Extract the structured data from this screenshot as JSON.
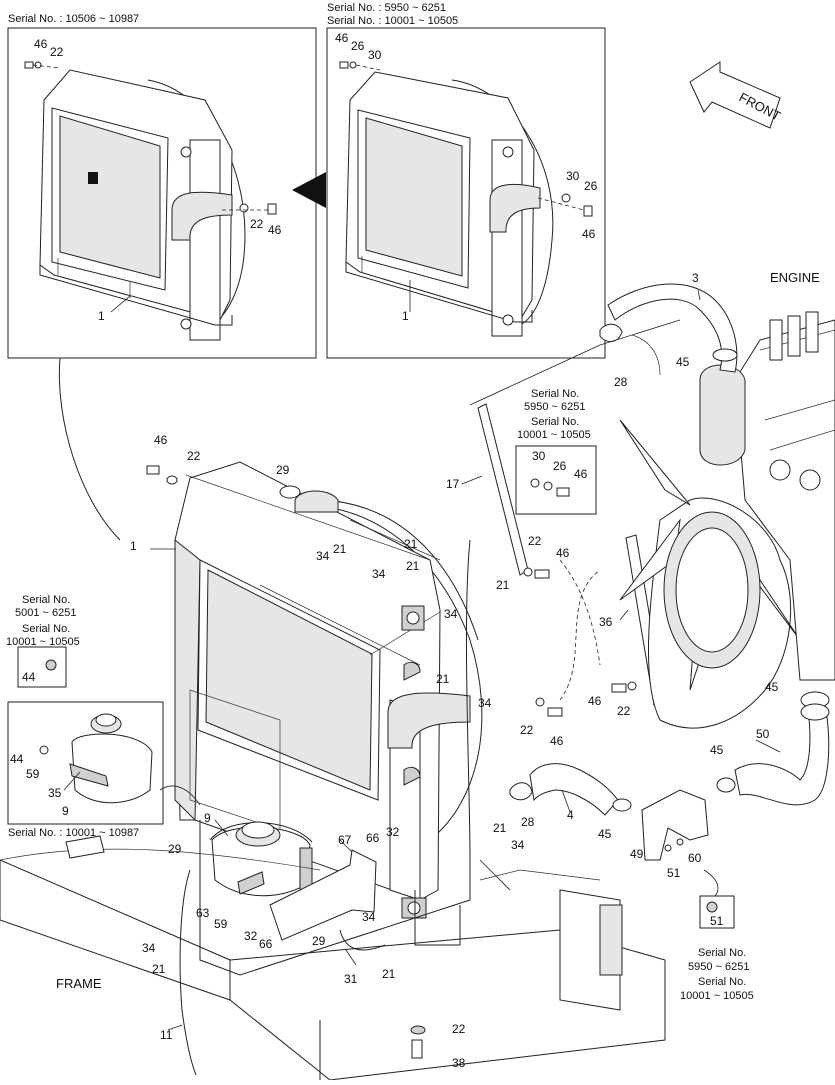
{
  "serials": {
    "inset_left": "Serial No. : 10506 ~ 10987",
    "inset_mid_1": "Serial No. : 5950 ~ 6251",
    "inset_mid_2": "Serial No. : 10001 ~ 10505",
    "box_center_1": "Serial No.",
    "box_center_2": "5950 ~ 6251",
    "box_center_3": "Serial No.",
    "box_center_4": "10001 ~ 10505",
    "box_left_1": "Serial No.",
    "box_left_2": "5001 ~ 6251",
    "box_left_3": "Serial No.",
    "box_left_4": "10001 ~ 10505",
    "tank_inset": "Serial No. : 10001 ~ 10987",
    "bottom_right_1": "Serial No.",
    "bottom_right_2": "5950 ~ 6251",
    "bottom_right_3": "Serial No.",
    "bottom_right_4": "10001 ~ 10505"
  },
  "labels": {
    "front": "FRONT",
    "engine": "ENGINE",
    "frame": "FRAME"
  },
  "callouts": [
    "46",
    "22",
    "46",
    "26",
    "30",
    "30",
    "26",
    "46",
    "22",
    "46",
    "1",
    "1",
    "3",
    "28",
    "45",
    "46",
    "22",
    "29",
    "17",
    "30",
    "26",
    "46",
    "22",
    "46",
    "1",
    "21",
    "34",
    "21",
    "34",
    "21",
    "21",
    "34",
    "36",
    "44",
    "44",
    "59",
    "35",
    "9",
    "21",
    "34",
    "22",
    "46",
    "46",
    "22",
    "45",
    "45",
    "50",
    "9",
    "28",
    "4",
    "45",
    "49",
    "60",
    "51",
    "51",
    "29",
    "67",
    "66",
    "32",
    "21",
    "34",
    "63",
    "59",
    "32",
    "66",
    "29",
    "34",
    "31",
    "21",
    "34",
    "21",
    "11",
    "22",
    "38"
  ]
}
